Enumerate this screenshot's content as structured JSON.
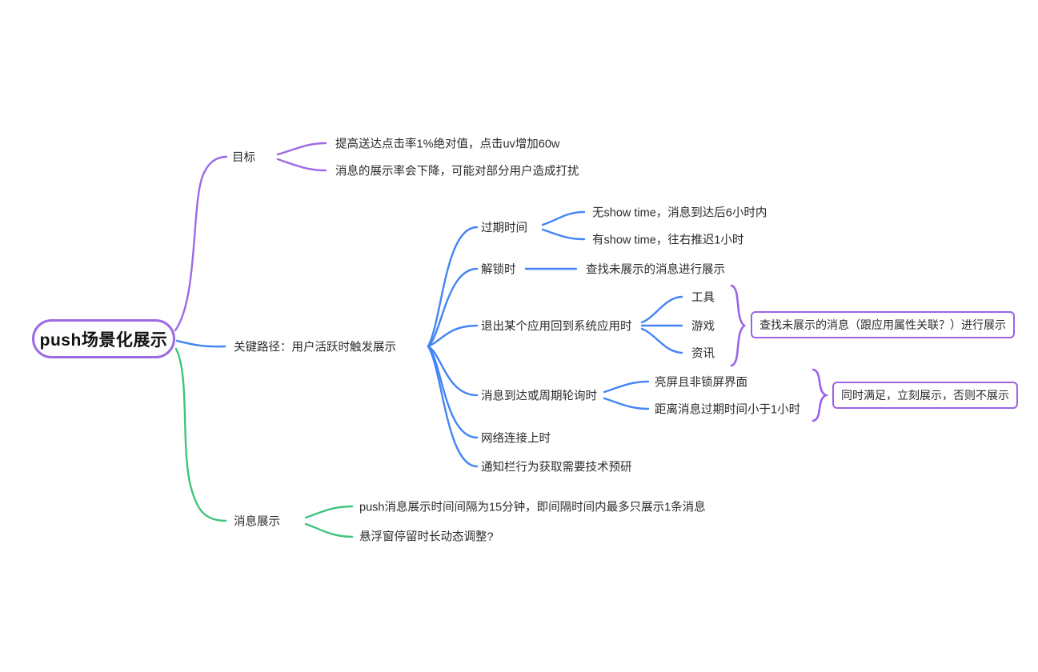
{
  "colors": {
    "branch_purple": "#9C6BE4",
    "branch_blue": "#4484F4",
    "branch_green": "#3EC57D",
    "annotation_border_purple": "#9B63E8",
    "text": "#2B2B2B"
  },
  "root": {
    "label": "push场景化展示"
  },
  "goal": {
    "label": "目标",
    "children": [
      {
        "label": "提高送达点击率1%绝对值，点击uv增加60w"
      },
      {
        "label": "消息的展示率会下降，可能对部分用户造成打扰"
      }
    ]
  },
  "keypath": {
    "label": "关键路径：用户活跃时触发展示",
    "children": [
      {
        "label": "过期时间",
        "children": [
          {
            "label": "无show time，消息到达后6小时内"
          },
          {
            "label": "有show time，往右推迟1小时"
          }
        ]
      },
      {
        "label": "解锁时",
        "children": [
          {
            "label": "查找未展示的消息进行展示"
          }
        ]
      },
      {
        "label": "退出某个应用回到系统应用时",
        "children": [
          {
            "label": "工具"
          },
          {
            "label": "游戏"
          },
          {
            "label": "资讯"
          }
        ],
        "annotation": "查找未展示的消息（跟应用属性关联？）进行展示"
      },
      {
        "label": "消息到达或周期轮询时",
        "children": [
          {
            "label": "亮屏且非锁屏界面"
          },
          {
            "label": "距离消息过期时间小于1小时"
          }
        ],
        "annotation": "同时满足，立刻展示，否则不展示"
      },
      {
        "label": "网络连接上时"
      },
      {
        "label": "通知栏行为获取需要技术预研"
      }
    ]
  },
  "message": {
    "label": "消息展示",
    "children": [
      {
        "label": "push消息展示时间间隔为15分钟，即间隔时间内最多只展示1条消息"
      },
      {
        "label": "悬浮窗停留时长动态调整?"
      }
    ]
  }
}
